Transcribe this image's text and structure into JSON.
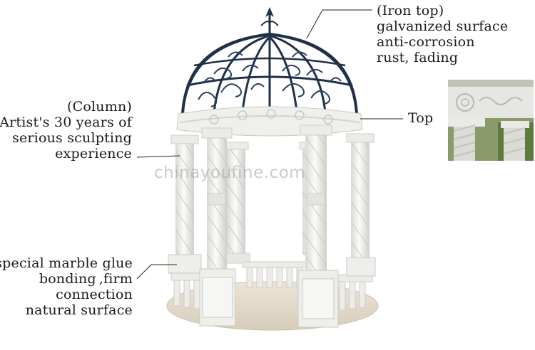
{
  "annotations": {
    "iron_top": {
      "title": "(Iron top)",
      "lines": [
        "galvanized surface",
        "anti-corrosion",
        "rust, fading"
      ]
    },
    "column": {
      "title": "(Column)",
      "lines": [
        "Artist's 30 years of",
        "serious sculpting",
        "experience"
      ]
    },
    "top": {
      "label": "Top"
    },
    "base": {
      "lines": [
        "special marble glue",
        "bonding ,firm",
        "connection",
        "natural surface"
      ]
    }
  },
  "watermark": "chinayoufine.com",
  "colors": {
    "marble": "#f1f1ef",
    "marble_shadow": "#d8d8d4",
    "iron": "#1f3048",
    "floor": "#e6dccd",
    "foliage": "#5f7a3e"
  }
}
